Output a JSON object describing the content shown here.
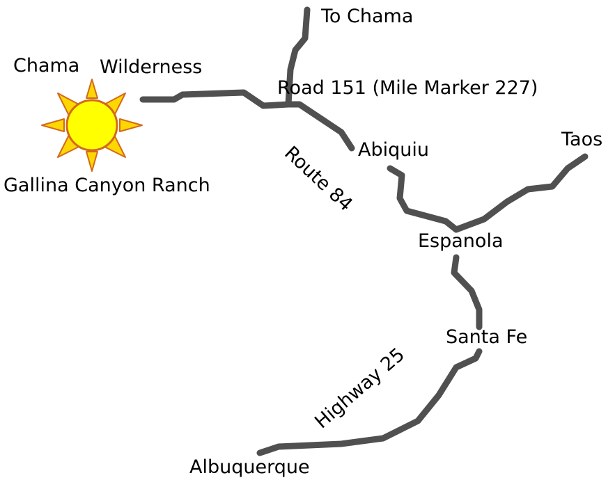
{
  "colors": {
    "background": "#ffffff",
    "road": "#505050",
    "text": "#000000",
    "sun_fill": "#ffff00",
    "sun_stroke": "#d2691e",
    "ray_fill": "#ffd700"
  },
  "icons": {
    "sun": "sun-icon"
  },
  "labels": {
    "to_chama": "To Chama",
    "chama": "Chama",
    "wilderness": "Wilderness",
    "road_151": "Road 151 (Mile Marker 227)",
    "abiquiu": "Abiquiu",
    "taos": "Taos",
    "route_84": "Route 84",
    "ranch": "Gallina Canyon Ranch",
    "espanola": "Espanola",
    "santa_fe": "Santa Fe",
    "highway_25": "Highway 25",
    "albuquerque": "Albuquerque"
  }
}
